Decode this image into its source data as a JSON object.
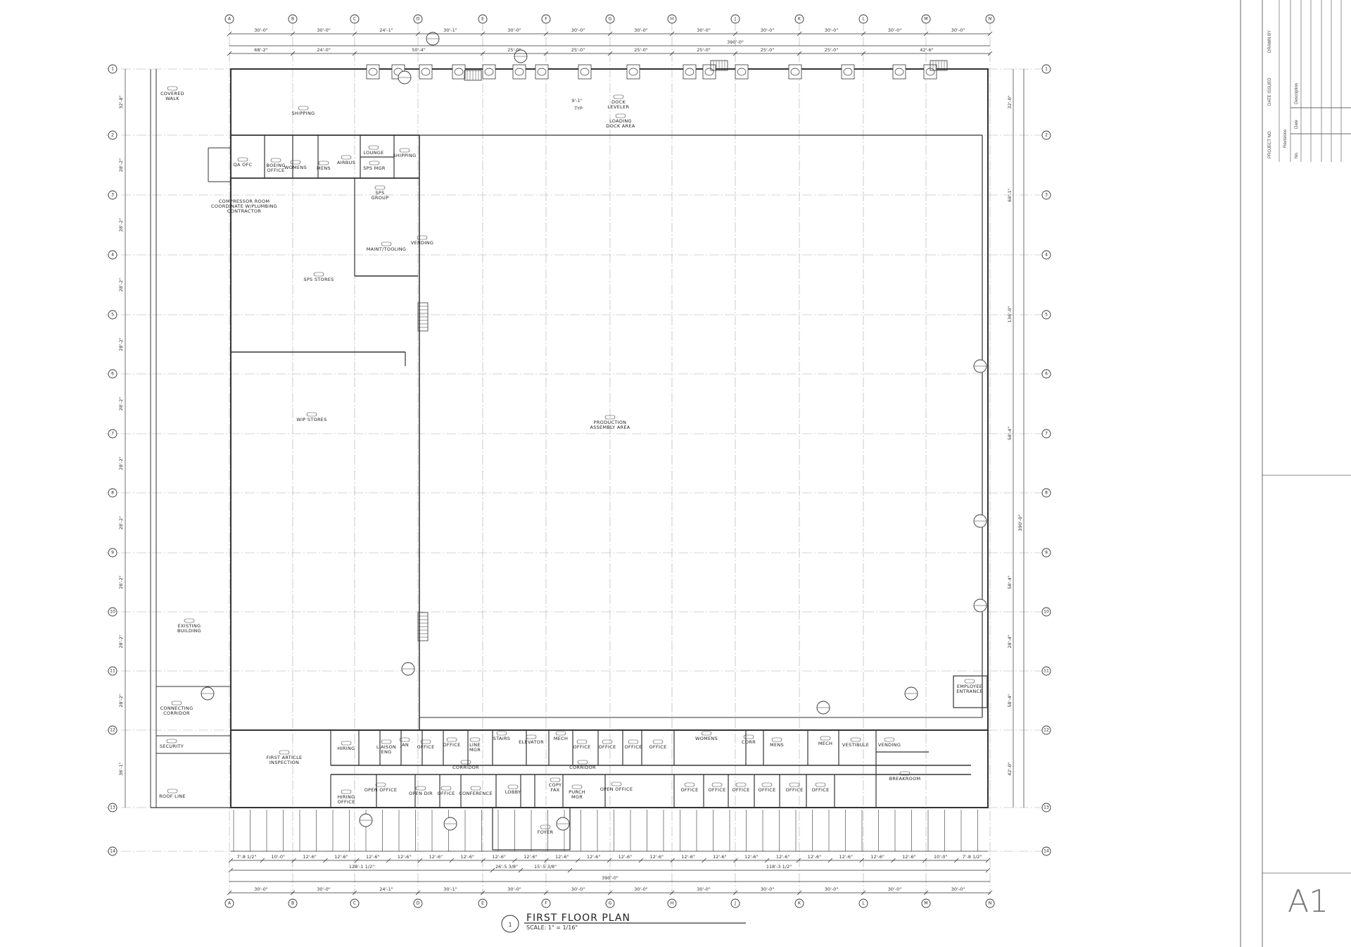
{
  "drawing": {
    "title": "FIRST FLOOR PLAN",
    "scale": "SCALE: 1\" = 1/16\"",
    "detail_number": "1",
    "sheet_number": "A1"
  },
  "title_block": {
    "project_no": "PROJECT NO.",
    "date_issued": "DATE ISSUED",
    "drawn_by": "DRAWN BY",
    "revisions": "Revisions",
    "col_no": "No.",
    "col_date": "Date",
    "col_description": "Description"
  },
  "grid": {
    "columns": [
      "A",
      "B",
      "C",
      "D",
      "E",
      "F",
      "G",
      "H",
      "J",
      "K",
      "L",
      "M",
      "N"
    ],
    "rows": [
      "1",
      "2",
      "3",
      "4",
      "5",
      "6",
      "7",
      "8",
      "9",
      "10",
      "11",
      "12",
      "13",
      "14"
    ]
  },
  "dimensions": {
    "top_column_spacing": [
      "30'-0\"",
      "30'-0\"",
      "24'-1\"",
      "30'-1\"",
      "30'-0\"",
      "30'-0\"",
      "30'-0\"",
      "30'-0\"",
      "30'-0\"",
      "30'-0\"",
      "30'-0\"",
      "30'-0\""
    ],
    "overall_width": "390'-0\"",
    "top_secondary": [
      "68'-2\"",
      "24'-0\"",
      "50'-4\"",
      "25'-0\"",
      "25'-0\"",
      "25'-0\"",
      "25'-0\"",
      "25'-0\"",
      "25'-0\"",
      "42'-6\""
    ],
    "left_row_spacing": [
      "32'-8\"",
      "28'-2\"",
      "28'-2\"",
      "28'-2\"",
      "28'-2\"",
      "28'-2\"",
      "28'-2\"",
      "28'-2\"",
      "28'-2\"",
      "28'-2\"",
      "28'-2\"",
      "36'-1\""
    ],
    "right_secondary": [
      "32'-0\"",
      "68'-1\"",
      "136'-0\"",
      "58'-4\"",
      "390'-0\"",
      "58'-4\"",
      "28'-4\"",
      "58'-4\"",
      "42'-0\""
    ],
    "bottom_bays": [
      "7'-8 1/2\"",
      "10'-0\"",
      "12'-6\"",
      "12'-6\"",
      "12'-6\"",
      "12'-6\"",
      "12'-6\"",
      "12'-6\"",
      "12'-6\"",
      "12'-6\"",
      "12'-6\"",
      "12'-6\"",
      "12'-6\"",
      "12'-6\"",
      "12'-6\"",
      "12'-6\"",
      "12'-6\"",
      "12'-6\"",
      "12'-6\"",
      "12'-6\"",
      "12'-6\"",
      "12'-6\"",
      "10'-0\"",
      "7'-8 1/2\""
    ],
    "bottom_secondary": [
      "128'-1 1/2\"",
      "26'-5 3/8\"",
      "15'-5 3/8\"",
      "118'-3 1/2\""
    ],
    "bottom_column_spacing": [
      "30'-0\"",
      "30'-0\"",
      "24'-1\"",
      "30'-1\"",
      "30'-0\"",
      "30'-0\"",
      "30'-0\"",
      "30'-0\"",
      "30'-0\"",
      "30'-0\"",
      "30'-0\"",
      "30'-0\""
    ],
    "bottom_overall": "390'-0\""
  },
  "rooms": [
    {
      "label": [
        "COVERED",
        "WALK"
      ]
    },
    {
      "label": [
        "SHIPPING"
      ]
    },
    {
      "label": [
        "QA OFC"
      ]
    },
    {
      "label": [
        "BOEING",
        "OFFICE"
      ]
    },
    {
      "label": [
        "WOMENS"
      ]
    },
    {
      "label": [
        "MENS"
      ]
    },
    {
      "label": [
        "AIRBUS"
      ]
    },
    {
      "label": [
        "LOUNGE"
      ]
    },
    {
      "label": [
        "SPS MGR"
      ]
    },
    {
      "label": [
        "SHIPPING"
      ]
    },
    {
      "label": [
        "SPS",
        "GROUP"
      ]
    },
    {
      "label": [
        "COMPRESSOR ROOM",
        "COORDINATE W/PLUMBING",
        "CONTRACTOR"
      ]
    },
    {
      "label": [
        "MAINT/TOOLING"
      ]
    },
    {
      "label": [
        "VENDING"
      ]
    },
    {
      "label": [
        "SPS STORES"
      ]
    },
    {
      "label": [
        "WIP STORES"
      ]
    },
    {
      "label": [
        "PRODUCTION",
        "ASSEMBLY AREA"
      ]
    },
    {
      "label": [
        "DOCK",
        "LEVELER"
      ]
    },
    {
      "label": [
        "LOADING",
        "DOCK AREA"
      ]
    },
    {
      "label": [
        "EXISTING",
        "BUILDING"
      ]
    },
    {
      "label": [
        "CONNECTING",
        "CORRIDOR"
      ]
    },
    {
      "label": [
        "SECURITY"
      ]
    },
    {
      "label": [
        "ROOF LINE"
      ]
    },
    {
      "label": [
        "EMPLOYEE",
        "ENTRANCE"
      ]
    },
    {
      "label": [
        "FIRST ARTICLE",
        "INSPECTION"
      ]
    },
    {
      "label": [
        "HIRING"
      ]
    },
    {
      "label": [
        "LIAISON",
        "ENG"
      ]
    },
    {
      "label": [
        "JAN"
      ]
    },
    {
      "label": [
        "OFFICE"
      ]
    },
    {
      "label": [
        "OFFICE"
      ]
    },
    {
      "label": [
        "LINE",
        "MGR"
      ]
    },
    {
      "label": [
        "STAIRS"
      ]
    },
    {
      "label": [
        "ELEVATOR"
      ]
    },
    {
      "label": [
        "CORRIDOR"
      ]
    },
    {
      "label": [
        "HIRING",
        "OFFICE"
      ]
    },
    {
      "label": [
        "OPEN OFFICE"
      ]
    },
    {
      "label": [
        "OPEN DIR"
      ]
    },
    {
      "label": [
        "OFFICE"
      ]
    },
    {
      "label": [
        "CONFERENCE"
      ]
    },
    {
      "label": [
        "LOBBY"
      ]
    },
    {
      "label": [
        "FOYER"
      ]
    },
    {
      "label": [
        "MECH"
      ]
    },
    {
      "label": [
        "OFFICE"
      ]
    },
    {
      "label": [
        "OFFICE"
      ]
    },
    {
      "label": [
        "OFFICE"
      ]
    },
    {
      "label": [
        "OFFICE"
      ]
    },
    {
      "label": [
        "WOMENS"
      ]
    },
    {
      "label": [
        "CORR"
      ]
    },
    {
      "label": [
        "MENS"
      ]
    },
    {
      "label": [
        "MECH"
      ]
    },
    {
      "label": [
        "VESTIBULE"
      ]
    },
    {
      "label": [
        "VENDING"
      ]
    },
    {
      "label": [
        "BREAKROOM"
      ]
    },
    {
      "label": [
        "CORRIDOR"
      ]
    },
    {
      "label": [
        "COPY",
        "FAX"
      ]
    },
    {
      "label": [
        "PURCH",
        "MGR"
      ]
    },
    {
      "label": [
        "OPEN OFFICE"
      ]
    },
    {
      "label": [
        "OFFICE"
      ]
    },
    {
      "label": [
        "OFFICE"
      ]
    },
    {
      "label": [
        "OFFICE"
      ]
    },
    {
      "label": [
        "OFFICE"
      ]
    },
    {
      "label": [
        "OFFICE"
      ]
    },
    {
      "label": [
        "OFFICE"
      ]
    }
  ],
  "notes": {
    "typ": "TYP",
    "dock_door_size": "9'-1\""
  }
}
